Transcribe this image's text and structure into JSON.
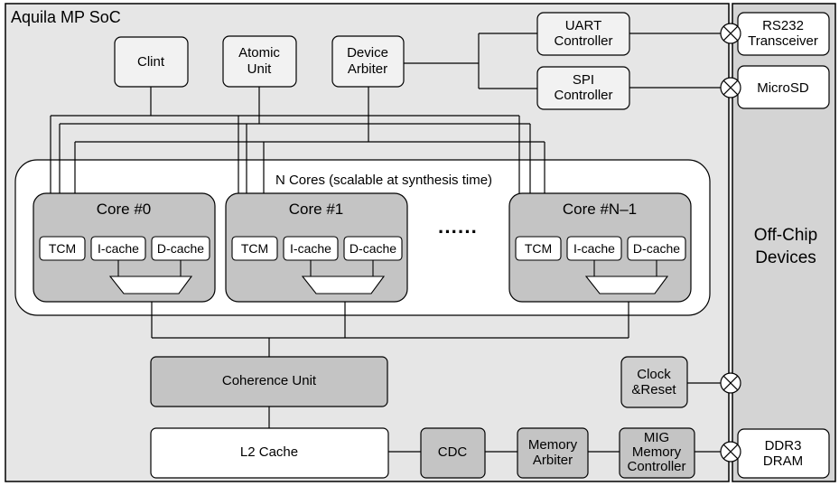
{
  "soc_title": "Aquila MP SoC",
  "offchip": {
    "line1": "Off-Chip",
    "line2": "Devices"
  },
  "peripherals": {
    "clint": "Clint",
    "atomic": [
      "Atomic",
      "Unit"
    ],
    "device_arbiter": [
      "Device",
      "Arbiter"
    ],
    "uart": [
      "UART",
      "Controller"
    ],
    "spi": [
      "SPI",
      "Controller"
    ]
  },
  "external": {
    "rs232": [
      "RS232",
      "Transceiver"
    ],
    "microsd": "MicroSD",
    "ddr3": [
      "DDR3",
      "DRAM"
    ]
  },
  "cores_region": {
    "title": "N Cores (scalable at synthesis time)",
    "ellipsis": "······"
  },
  "cores": [
    {
      "name": "Core #0",
      "tcm": "TCM",
      "icache": "I-cache",
      "dcache": "D-cache"
    },
    {
      "name": "Core #1",
      "tcm": "TCM",
      "icache": "I-cache",
      "dcache": "D-cache"
    },
    {
      "name": "Core #N–1",
      "tcm": "TCM",
      "icache": "I-cache",
      "dcache": "D-cache"
    }
  ],
  "coherence_unit": "Coherence Unit",
  "l2_cache": "L2 Cache",
  "cdc": "CDC",
  "memory_arbiter": [
    "Memory",
    "Arbiter"
  ],
  "mig": [
    "MIG",
    "Memory",
    "Controller"
  ],
  "clock_reset": [
    "Clock",
    "&Reset"
  ],
  "colors": {
    "soc_bg": "#e6e6e6",
    "offchip_bg": "#d4d4d4",
    "core_fill": "#c4c4c4",
    "box_fill": "#f2f2f2",
    "white": "#ffffff",
    "stroke": "#000000"
  }
}
